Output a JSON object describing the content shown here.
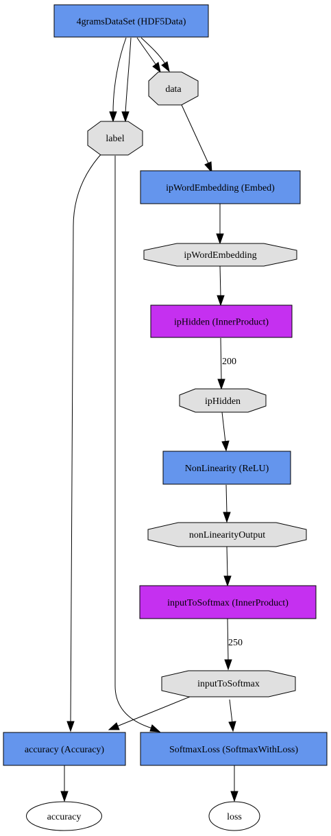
{
  "colors": {
    "layer": "#6495ED",
    "inner_product": "#C530F0",
    "blob": "#E0E0E0",
    "output": "#FFFFFF",
    "stroke": "#000000"
  },
  "layers": {
    "data_set": "4gramsDataSet (HDF5Data)",
    "embed": "ipWordEmbedding (Embed)",
    "hidden": "ipHidden (InnerProduct)",
    "relu": "NonLinearity (ReLU)",
    "to_softmax": "inputToSoftmax (InnerProduct)",
    "accuracy": "accuracy (Accuracy)",
    "softmax_loss": "SoftmaxLoss (SoftmaxWithLoss)"
  },
  "blobs": {
    "data": "data",
    "label": "label",
    "word_embedding": "ipWordEmbedding",
    "hidden": "ipHidden",
    "nonlinearity_output": "nonLinearityOutput",
    "to_softmax": "inputToSoftmax"
  },
  "outputs": {
    "accuracy": "accuracy",
    "loss": "loss"
  },
  "edge_labels": {
    "hidden_dim": "200",
    "softmax_dim": "250"
  }
}
